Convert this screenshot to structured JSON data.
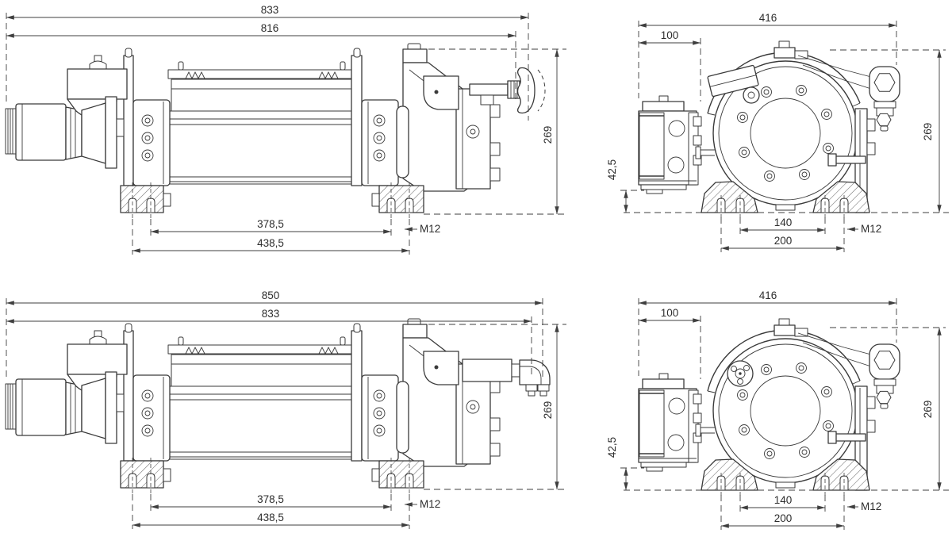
{
  "views": {
    "top_side": {
      "overall": "833",
      "body": "816",
      "height": "269",
      "feet_inner": "378,5",
      "feet_outer": "438,5",
      "thread": "M12"
    },
    "top_end": {
      "width": "416",
      "bracket": "100",
      "height": "269",
      "foot": "42,5",
      "holes_inner": "140",
      "holes_outer": "200",
      "thread": "M12"
    },
    "bottom_side": {
      "overall": "850",
      "body": "833",
      "height": "269",
      "feet_inner": "378,5",
      "feet_outer": "438,5",
      "thread": "M12"
    },
    "bottom_end": {
      "width": "416",
      "bracket": "100",
      "height": "269",
      "foot": "42,5",
      "holes_inner": "140",
      "holes_outer": "200",
      "thread": "M12"
    }
  },
  "colors": {
    "line": "#3a3a3a",
    "text": "#2d2d2d",
    "background": "#ffffff"
  }
}
